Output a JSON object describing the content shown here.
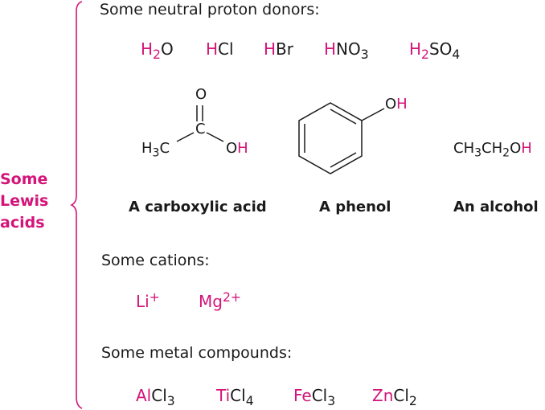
{
  "side_label": [
    "Some",
    "Lewis",
    "acids"
  ],
  "colors": {
    "accent": "#d4147a",
    "text": "#1a1a1a"
  },
  "sections": {
    "proton_donors": {
      "heading": "Some neutral proton donors:",
      "formulas": [
        {
          "h": "H",
          "hsub": "2",
          "rest": "O",
          "restsub": "",
          "rest2": ""
        },
        {
          "h": "H",
          "hsub": "",
          "rest": "Cl",
          "restsub": "",
          "rest2": ""
        },
        {
          "h": "H",
          "hsub": "",
          "rest": "Br",
          "restsub": "",
          "rest2": ""
        },
        {
          "h": "H",
          "hsub": "",
          "rest": "NO",
          "restsub": "3",
          "rest2": ""
        },
        {
          "h": "H",
          "hsub": "2",
          "rest": "SO",
          "restsub": "4",
          "rest2": ""
        }
      ]
    },
    "structures": {
      "carboxylic": {
        "caption": "A carboxylic acid",
        "o_top": "O",
        "c": "C",
        "o": "O",
        "h": "H",
        "h3c_h": "H",
        "h3c_sub": "3",
        "h3c_c": "C"
      },
      "phenol": {
        "caption": "A phenol",
        "o": "O",
        "h": "H"
      },
      "alcohol": {
        "caption": "An alcohol",
        "parts": [
          "CH",
          "3",
          "CH",
          "2",
          "O",
          "H"
        ]
      }
    },
    "cations": {
      "heading": "Some cations:",
      "items": [
        {
          "symbol": "Li",
          "charge": "+"
        },
        {
          "symbol": "Mg",
          "charge": "2+"
        }
      ]
    },
    "metal_compounds": {
      "heading": "Some metal compounds:",
      "items": [
        {
          "metal": "Al",
          "ligand": "Cl",
          "count": "3"
        },
        {
          "metal": "Ti",
          "ligand": "Cl",
          "count": "4"
        },
        {
          "metal": "Fe",
          "ligand": "Cl",
          "count": "3"
        },
        {
          "metal": "Zn",
          "ligand": "Cl",
          "count": "2"
        }
      ]
    }
  }
}
